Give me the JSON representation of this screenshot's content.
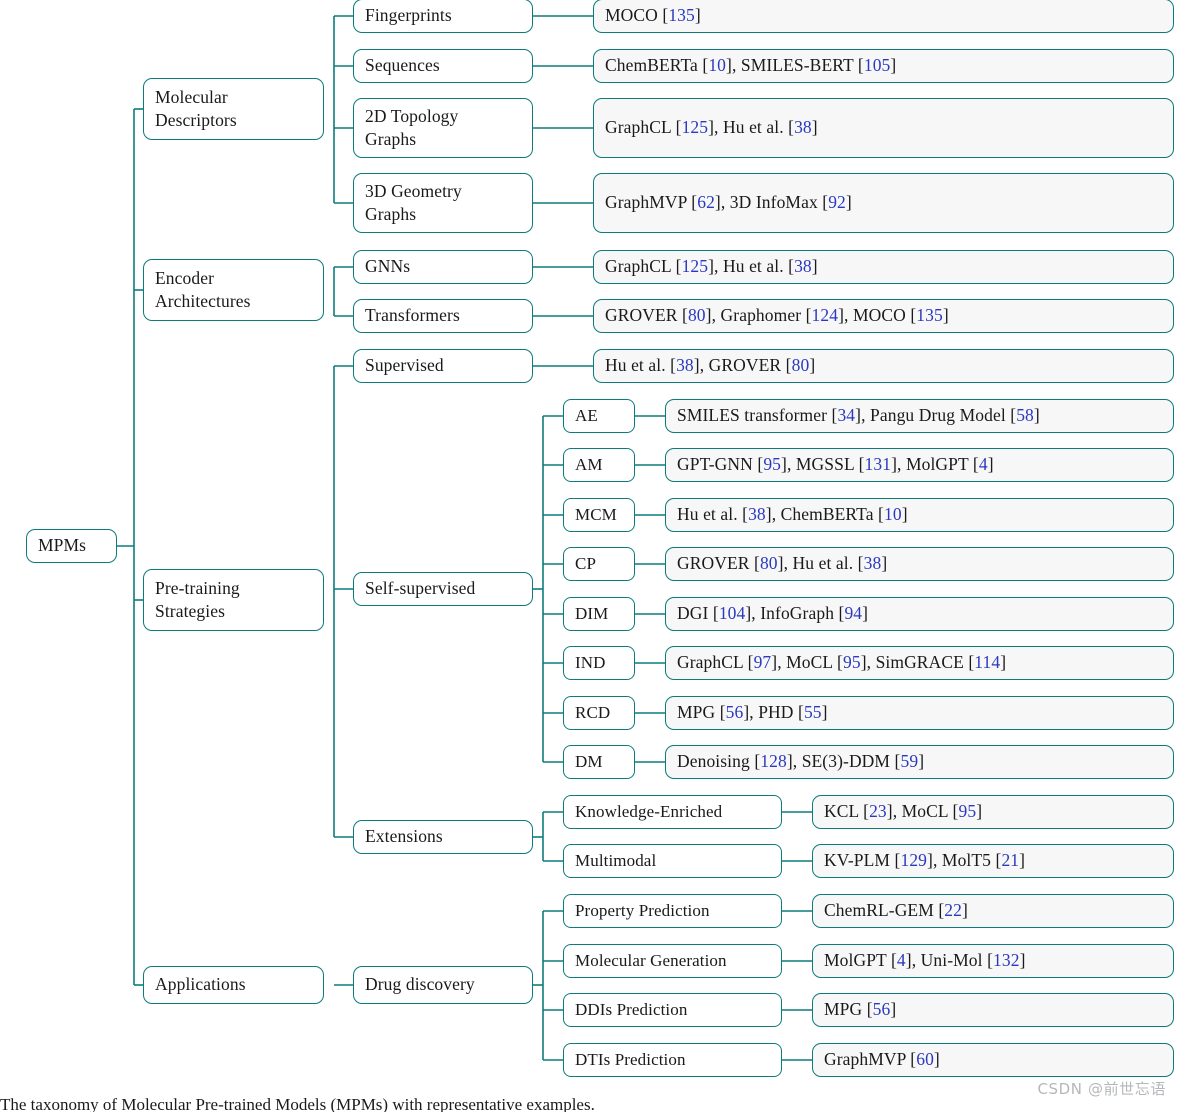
{
  "figure": {
    "root": {
      "label": "MPMs"
    },
    "caption": "The taxonomy of Molecular Pre-trained Models (MPMs) with representative examples.",
    "watermark": "CSDN @前世忘语",
    "colors": {
      "border": "#0d7b7b",
      "citation": "#2a39bf",
      "leaf_fill": "#f7f7f7",
      "text": "#1a1a1a"
    }
  },
  "branches": [
    {
      "label": "Molecular\nDescriptors",
      "children": [
        {
          "label": "Fingerprints",
          "leaf": {
            "segments": [
              {
                "t": "MOCO ["
              },
              {
                "t": "135",
                "cit": true
              },
              {
                "t": "]"
              }
            ]
          }
        },
        {
          "label": "Sequences",
          "leaf": {
            "segments": [
              {
                "t": "ChemBERTa ["
              },
              {
                "t": "10",
                "cit": true
              },
              {
                "t": "], SMILES-BERT ["
              },
              {
                "t": "105",
                "cit": true
              },
              {
                "t": "]"
              }
            ]
          }
        },
        {
          "label": "2D Topology\nGraphs",
          "leaf": {
            "segments": [
              {
                "t": "GraphCL ["
              },
              {
                "t": "125",
                "cit": true
              },
              {
                "t": "], Hu et al. ["
              },
              {
                "t": "38",
                "cit": true
              },
              {
                "t": "]"
              }
            ]
          }
        },
        {
          "label": "3D Geometry\nGraphs",
          "leaf": {
            "segments": [
              {
                "t": "GraphMVP ["
              },
              {
                "t": "62",
                "cit": true
              },
              {
                "t": "], 3D InfoMax ["
              },
              {
                "t": "92",
                "cit": true
              },
              {
                "t": "]"
              }
            ]
          }
        }
      ]
    },
    {
      "label": "Encoder\nArchitectures",
      "children": [
        {
          "label": "GNNs",
          "leaf": {
            "segments": [
              {
                "t": "GraphCL ["
              },
              {
                "t": "125",
                "cit": true
              },
              {
                "t": "], Hu et al. ["
              },
              {
                "t": "38",
                "cit": true
              },
              {
                "t": "]"
              }
            ]
          }
        },
        {
          "label": "Transformers",
          "leaf": {
            "segments": [
              {
                "t": "GROVER ["
              },
              {
                "t": "80",
                "cit": true
              },
              {
                "t": "], Graphomer ["
              },
              {
                "t": "124",
                "cit": true
              },
              {
                "t": "], MOCO ["
              },
              {
                "t": "135",
                "cit": true
              },
              {
                "t": "]"
              }
            ]
          }
        }
      ]
    },
    {
      "label": "Pre-training\nStrategies",
      "children": [
        {
          "label": "Supervised",
          "leaf": {
            "segments": [
              {
                "t": "Hu et al. ["
              },
              {
                "t": "38",
                "cit": true
              },
              {
                "t": "], GROVER ["
              },
              {
                "t": "80",
                "cit": true
              },
              {
                "t": "]"
              }
            ]
          }
        },
        {
          "label": "Self-supervised",
          "grandchildren": [
            {
              "label": "AE",
              "leaf": {
                "segments": [
                  {
                    "t": "SMILES transformer ["
                  },
                  {
                    "t": "34",
                    "cit": true
                  },
                  {
                    "t": "], Pangu Drug Model ["
                  },
                  {
                    "t": "58",
                    "cit": true
                  },
                  {
                    "t": "]"
                  }
                ]
              }
            },
            {
              "label": "AM",
              "leaf": {
                "segments": [
                  {
                    "t": "GPT-GNN ["
                  },
                  {
                    "t": "95",
                    "cit": true
                  },
                  {
                    "t": "], MGSSL ["
                  },
                  {
                    "t": "131",
                    "cit": true
                  },
                  {
                    "t": "], MolGPT ["
                  },
                  {
                    "t": "4",
                    "cit": true
                  },
                  {
                    "t": "]"
                  }
                ]
              }
            },
            {
              "label": "MCM",
              "leaf": {
                "segments": [
                  {
                    "t": "Hu et al. ["
                  },
                  {
                    "t": "38",
                    "cit": true
                  },
                  {
                    "t": "], ChemBERTa ["
                  },
                  {
                    "t": "10",
                    "cit": true
                  },
                  {
                    "t": "]"
                  }
                ]
              }
            },
            {
              "label": "CP",
              "leaf": {
                "segments": [
                  {
                    "t": "GROVER ["
                  },
                  {
                    "t": "80",
                    "cit": true
                  },
                  {
                    "t": "], Hu et al. ["
                  },
                  {
                    "t": "38",
                    "cit": true
                  },
                  {
                    "t": "]"
                  }
                ]
              }
            },
            {
              "label": "DIM",
              "leaf": {
                "segments": [
                  {
                    "t": "DGI ["
                  },
                  {
                    "t": "104",
                    "cit": true
                  },
                  {
                    "t": "], InfoGraph ["
                  },
                  {
                    "t": "94",
                    "cit": true
                  },
                  {
                    "t": "]"
                  }
                ]
              }
            },
            {
              "label": "IND",
              "leaf": {
                "segments": [
                  {
                    "t": "GraphCL ["
                  },
                  {
                    "t": "97",
                    "cit": true
                  },
                  {
                    "t": "], MoCL ["
                  },
                  {
                    "t": "95",
                    "cit": true
                  },
                  {
                    "t": "], SimGRACE ["
                  },
                  {
                    "t": "114",
                    "cit": true
                  },
                  {
                    "t": "]"
                  }
                ]
              }
            },
            {
              "label": "RCD",
              "leaf": {
                "segments": [
                  {
                    "t": "MPG ["
                  },
                  {
                    "t": "56",
                    "cit": true
                  },
                  {
                    "t": "], PHD ["
                  },
                  {
                    "t": "55",
                    "cit": true
                  },
                  {
                    "t": "]"
                  }
                ]
              }
            },
            {
              "label": "DM",
              "leaf": {
                "segments": [
                  {
                    "t": "Denoising ["
                  },
                  {
                    "t": "128",
                    "cit": true
                  },
                  {
                    "t": "], SE(3)-DDM ["
                  },
                  {
                    "t": "59",
                    "cit": true
                  },
                  {
                    "t": "]"
                  }
                ]
              }
            }
          ]
        },
        {
          "label": "Extensions",
          "grandchildren": [
            {
              "label": "Knowledge-Enriched",
              "wide": true,
              "leaf": {
                "segments": [
                  {
                    "t": "KCL ["
                  },
                  {
                    "t": "23",
                    "cit": true
                  },
                  {
                    "t": "], MoCL ["
                  },
                  {
                    "t": "95",
                    "cit": true
                  },
                  {
                    "t": "]"
                  }
                ]
              }
            },
            {
              "label": "Multimodal",
              "wide": true,
              "leaf": {
                "segments": [
                  {
                    "t": "KV-PLM ["
                  },
                  {
                    "t": "129",
                    "cit": true
                  },
                  {
                    "t": "], MolT5 ["
                  },
                  {
                    "t": "21",
                    "cit": true
                  },
                  {
                    "t": "]"
                  }
                ]
              }
            }
          ]
        }
      ]
    },
    {
      "label": "Applications",
      "children": [
        {
          "label": "Drug discovery",
          "grandchildren": [
            {
              "label": "Property Prediction",
              "wide": true,
              "leaf": {
                "segments": [
                  {
                    "t": "ChemRL-GEM ["
                  },
                  {
                    "t": "22",
                    "cit": true
                  },
                  {
                    "t": "]"
                  }
                ]
              }
            },
            {
              "label": "Molecular Generation",
              "wide": true,
              "leaf": {
                "segments": [
                  {
                    "t": "MolGPT ["
                  },
                  {
                    "t": "4",
                    "cit": true
                  },
                  {
                    "t": "], Uni-Mol ["
                  },
                  {
                    "t": "132",
                    "cit": true
                  },
                  {
                    "t": "]"
                  }
                ]
              }
            },
            {
              "label": "DDIs Prediction",
              "wide": true,
              "leaf": {
                "segments": [
                  {
                    "t": "MPG ["
                  },
                  {
                    "t": "56",
                    "cit": true
                  },
                  {
                    "t": "]"
                  }
                ]
              }
            },
            {
              "label": "DTIs Prediction",
              "wide": true,
              "leaf": {
                "segments": [
                  {
                    "t": "GraphMVP ["
                  },
                  {
                    "t": "60",
                    "cit": true
                  },
                  {
                    "t": "]"
                  }
                ]
              }
            }
          ]
        }
      ]
    }
  ]
}
